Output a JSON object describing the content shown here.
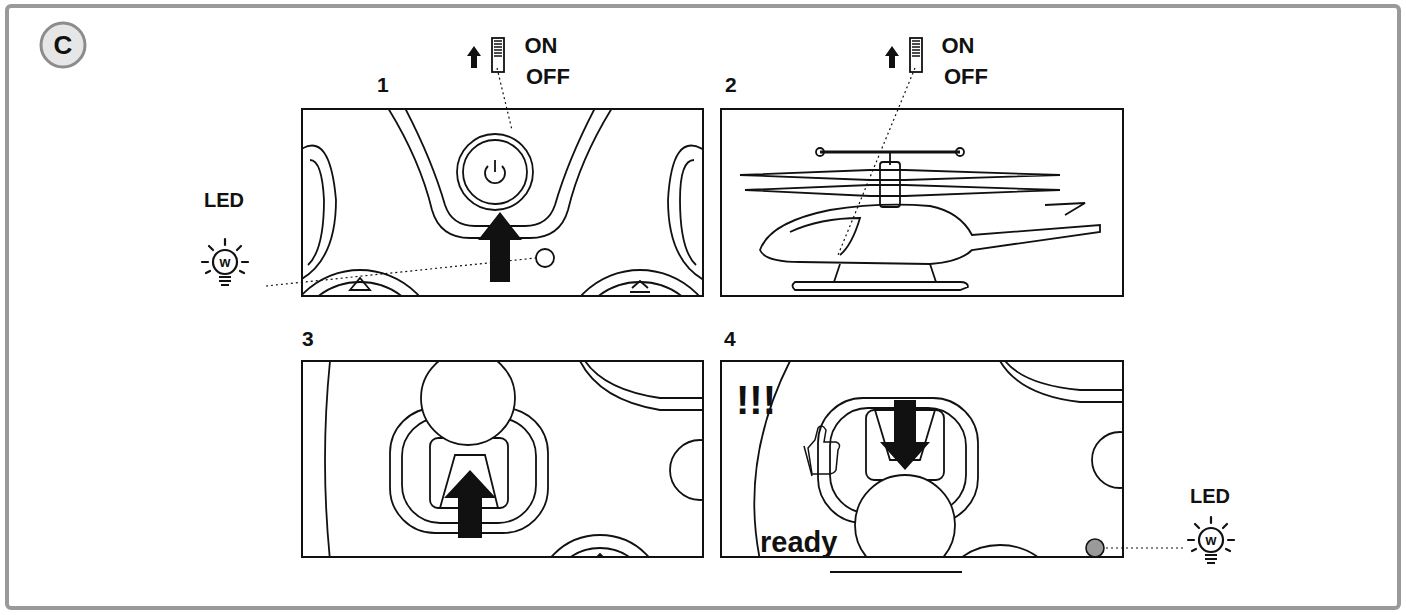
{
  "diagram": {
    "nodes": [
      {
        "text": [
          "C"
        ]
      },
      {
        "text": [
          "1"
        ]
      },
      {
        "text": [
          "2"
        ]
      },
      {
        "text": [
          "3"
        ]
      },
      {
        "text": [
          "4",
          "!!!",
          "ready"
        ]
      }
    ],
    "labels": [
      "ON",
      "OFF",
      "LED",
      "w",
      "ON",
      "OFF",
      "LED",
      "w"
    ]
  }
}
